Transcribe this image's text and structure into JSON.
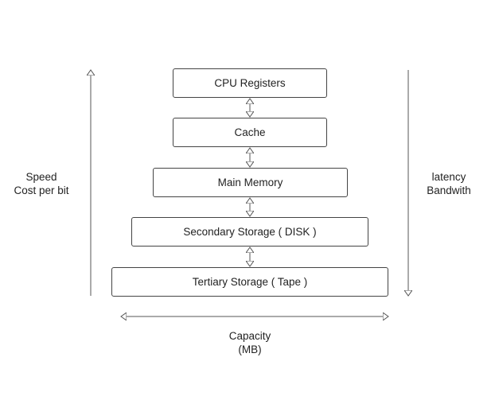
{
  "levels": [
    {
      "label": "CPU Registers"
    },
    {
      "label": "Cache"
    },
    {
      "label": "Main Memory"
    },
    {
      "label": "Secondary Storage ( DISK )"
    },
    {
      "label": "Tertiary Storage ( Tape )"
    }
  ],
  "left_axis": {
    "line1": "Speed",
    "line2": "Cost per bit",
    "direction": "up"
  },
  "right_axis": {
    "line1": "latency",
    "line2": "Bandwith",
    "direction": "down"
  },
  "bottom_axis": {
    "line1": "Capacity",
    "line2": "(MB)",
    "direction": "both"
  },
  "colors": {
    "line": "#555555",
    "box_border": "#444444",
    "text": "#222222"
  }
}
